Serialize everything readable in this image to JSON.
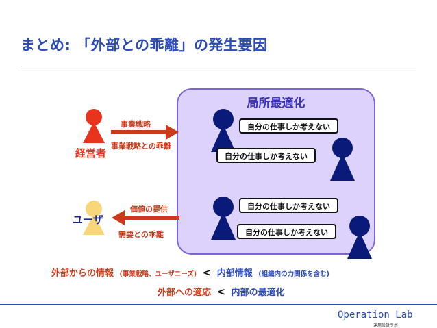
{
  "title": "まとめ: 「外部との乖離」の発生要因",
  "box_label": "局所最適化",
  "bubbles": [
    "自分の仕事しか考えない",
    "自分の仕事しか考えない",
    "自分の仕事しか考えない",
    "自分の仕事しか考えない"
  ],
  "top_arrow": {
    "above": "事業戦略",
    "below": "事業戦略との乖離"
  },
  "bottom_arrow": {
    "above": "価値の提供",
    "below": "需要との乖離"
  },
  "actors": {
    "manager": "経営者",
    "user": "ユーザ"
  },
  "summary": {
    "line1": {
      "left": "外部からの情報",
      "left_note": "(事業戦略、ユーザニーズ)",
      "op": "<",
      "right": "内部情報",
      "right_note": "(組織内の力関係を含む)"
    },
    "line2": {
      "left": "外部への適応",
      "op": "<",
      "right": "内部の最適化"
    }
  },
  "logo": {
    "text": "Operation Lab",
    "sub": "運用設計ラボ"
  },
  "colors": {
    "title": "#2b4bb8",
    "box_fill": "#ddd2fb",
    "box_border": "#7c63d6",
    "red": "#cc3a1c",
    "worker": "#0a1a78",
    "manager": "#e8341c",
    "user": "#f7d77a"
  },
  "icons": [
    "person-icon",
    "arrow-right-icon",
    "arrow-left-icon"
  ]
}
